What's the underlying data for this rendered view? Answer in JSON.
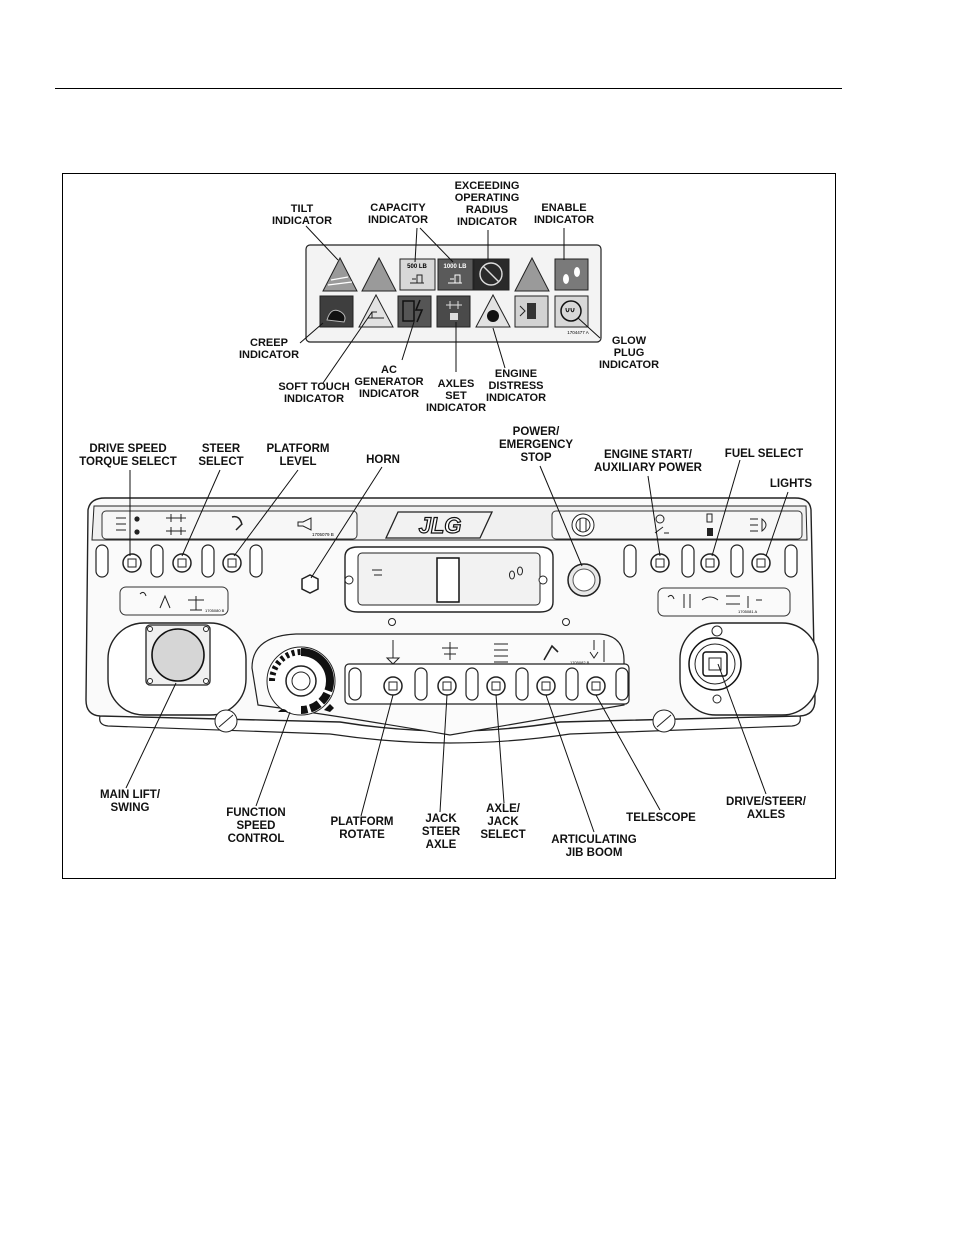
{
  "indicator_panel": {
    "labels": {
      "tilt": "TILT\nINDICATOR",
      "capacity": "CAPACITY\nINDICATOR",
      "exceeding": "EXCEEDING\nOPERATING\nRADIUS\nINDICATOR",
      "enable": "ENABLE\nINDICATOR",
      "creep": "CREEP\nINDICATOR",
      "soft_touch": "SOFT TOUCH\nINDICATOR",
      "ac_generator": "AC\nGENERATOR\nINDICATOR",
      "axles_set": "AXLES\nSET\nINDICATOR",
      "engine_distress": "ENGINE\nDISTRESS\nINDICATOR",
      "glow_plug": "GLOW\nPLUG\nINDICATOR"
    },
    "cap_500": "500 LB",
    "cap_1000": "1000 LB",
    "part_number": "1704477 A"
  },
  "control_panel": {
    "labels": {
      "drive_speed": "DRIVE SPEED\nTORQUE SELECT",
      "steer_select": "STEER\nSELECT",
      "platform_level": "PLATFORM\nLEVEL",
      "horn": "HORN",
      "power_stop": "POWER/\nEMERGENCY\nSTOP",
      "engine_start": "ENGINE START/\nAUXILIARY POWER",
      "fuel_select": "FUEL SELECT",
      "lights": "LIGHTS",
      "main_lift": "MAIN LIFT/\nSWING",
      "function_speed": "FUNCTION\nSPEED\nCONTROL",
      "platform_rotate": "PLATFORM\nROTATE",
      "jack_steer": "JACK\nSTEER\nAXLE",
      "axle_jack": "AXLE/\nJACK\nSELECT",
      "articulating": "ARTICULATING\nJIB BOOM",
      "telescope": "TELESCOPE",
      "drive_steer": "DRIVE/STEER/\nAXLES"
    },
    "logo": "JLG",
    "decal_numbers": [
      "1705079 B",
      "1705080 B",
      "1705081 A",
      "1705082 B"
    ]
  }
}
